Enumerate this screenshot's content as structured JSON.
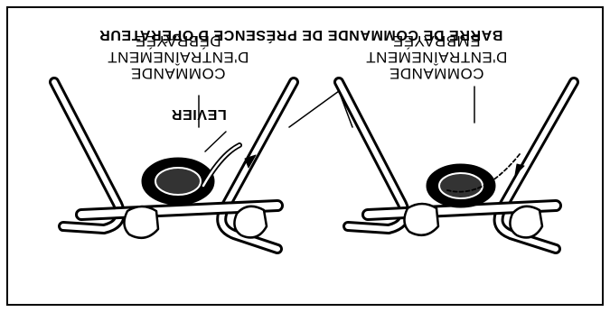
{
  "labels": {
    "bar_label": "BARRE DE COMMANDE DE PRÉSENCE D'OPÉRATEUR",
    "lever_label": "LEVIER",
    "disengaged": {
      "line1": "COMMANDE",
      "line2": "D'ENTRAÎNEMENT",
      "line3": "DÉBRAYÉE"
    },
    "engaged": {
      "line1": "COMMANDE",
      "line2": "D'ENTRAÎNEMENT",
      "line3": "EMBRAYÉE"
    }
  },
  "colors": {
    "ink": "#000000",
    "paper": "#ffffff"
  }
}
